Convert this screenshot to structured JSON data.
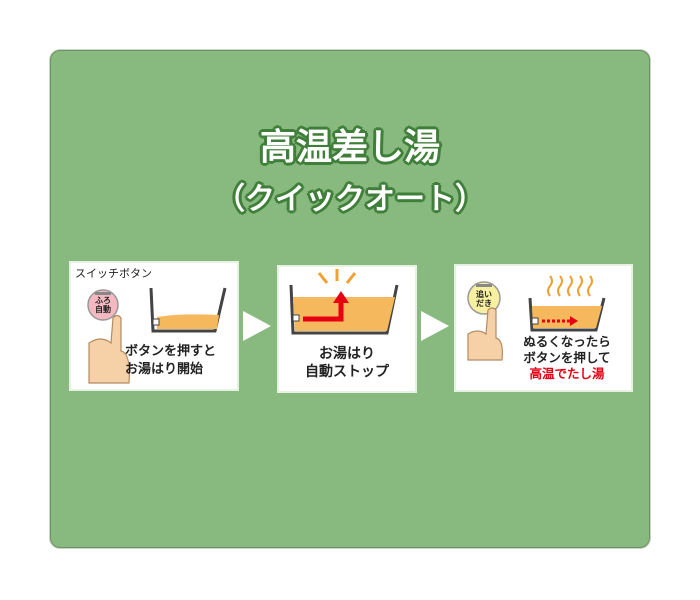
{
  "title": {
    "main": "高温差し湯",
    "sub": "（クイックオート）"
  },
  "steps": [
    {
      "caption": "スイッチボタン",
      "button_label": "ふろ自動",
      "text_lines": [
        "ボタンを押すと",
        "お湯はり開始"
      ]
    },
    {
      "text_lines": [
        "お湯はり",
        "自動ストップ"
      ]
    },
    {
      "button_label": "追いだき",
      "text_lines": [
        "ぬるくなったら",
        "ボタンを押して"
      ],
      "highlight": "高温でたし湯"
    }
  ],
  "colors": {
    "panel": "#88b97e",
    "title_outline": "#3f7f3a",
    "water": "#f5b85c",
    "highlight": "#e60012"
  },
  "icons": [
    "next-arrow-icon",
    "bathtub-icon",
    "finger-press-icon",
    "steam-icon"
  ]
}
